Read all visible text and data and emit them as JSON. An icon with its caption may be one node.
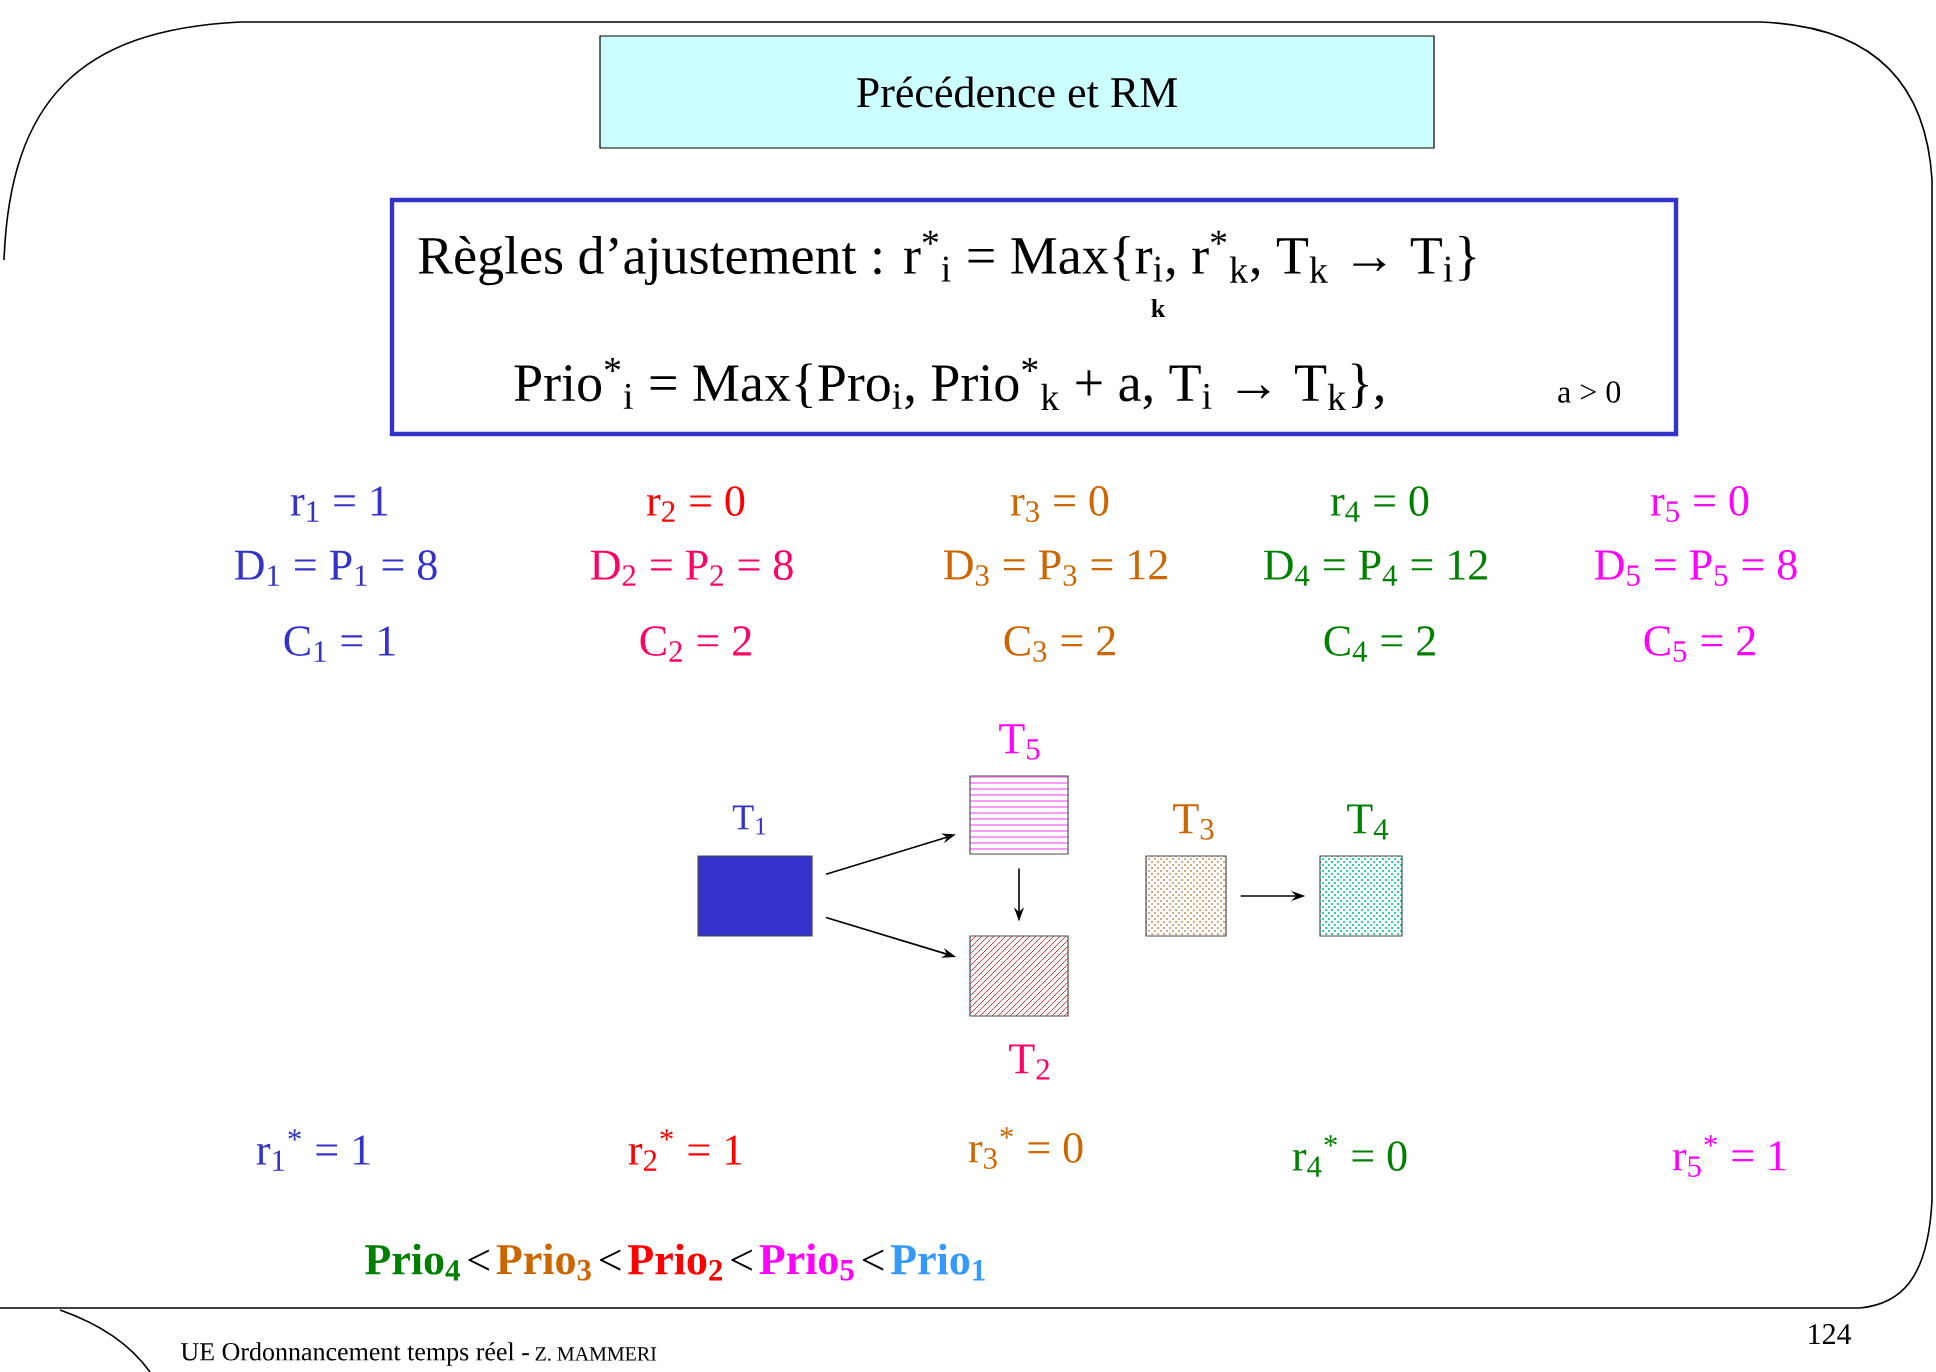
{
  "diagram": {
    "title": "Précédence et RM",
    "nodes": [
      {
        "text": [
          "Règles d’ajustement : r$^{*}$$_{i}$ = Max{r$_{i}$, r$^{*}$$_{k}$, T$_{k}$ → T$_{i}$}",
          "k",
          "Prio$^{*}$$_{i}$ = Max{Pro$_{i}$, Prio$^{*}$$_{k}$ + a, T$_{i}$ → T$_{k}$},",
          "a > 0"
        ]
      },
      {
        "text": [
          "T$_{1}$"
        ]
      },
      {
        "text": [
          "T$_{5}$"
        ]
      },
      {
        "text": [
          "T$_{2}$"
        ]
      },
      {
        "text": [
          "T$_{3}$"
        ]
      },
      {
        "text": [
          "T$_{4}$"
        ]
      }
    ],
    "edges": [
      {
        "from": 1,
        "to": 2,
        "arrow": "to"
      },
      {
        "from": 1,
        "to": 3,
        "arrow": "to"
      },
      {
        "from": 2,
        "to": 3,
        "arrow": "to"
      },
      {
        "from": 4,
        "to": 5,
        "arrow": "to"
      }
    ],
    "labels": [
      "r$_{1}$ = 1",
      "r$_{2}$ = 0",
      "r$_{3}$ = 0",
      "r$_{4}$ = 0",
      "r$_{5}$ = 0",
      "D$_{1}$ = P$_{1}$ = 8",
      "D$_{2}$ = P$_{2}$ = 8",
      "D$_{3}$ = P$_{3}$ = 12",
      "D$_{4}$ = P$_{4}$ = 12",
      "D$_{5}$ = P$_{5}$ = 8",
      "C$_{1}$ = 1",
      "C$_{2}$ = 2",
      "C$_{3}$ = 2",
      "C$_{4}$ = 2",
      "C$_{5}$ = 2",
      "r$_{1}$$^{*}$ = 1",
      "r$_{2}$$^{*}$ = 1",
      "r$_{3}$$^{*}$ = 0",
      "r$_{4}$$^{*}$ = 0",
      "r$_{5}$$^{*}$ = 1",
      "Prio$_{4}$",
      "<",
      "Prio$_{3}$",
      "<",
      "Prio$_{2}$",
      "<",
      "Prio$_{5}$",
      "<",
      "Prio$_{1}$",
      "UE Ordonnancement temps réel  -",
      "Z. MAMMERI",
      "124"
    ]
  }
}
